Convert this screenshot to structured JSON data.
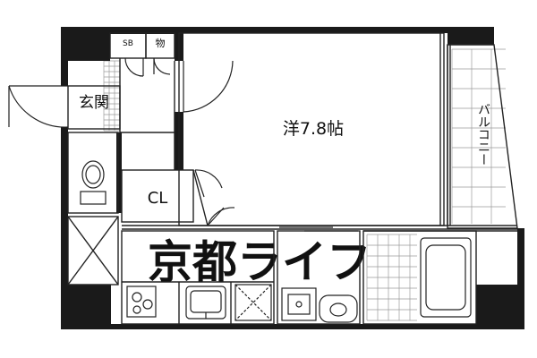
{
  "rooms": {
    "western_room": "洋7.8帖",
    "entrance": "玄関",
    "closet": "CL",
    "shoe_box": "SB",
    "storage": "物",
    "balcony": "バルコニー"
  },
  "watermark": "京都ライフ",
  "colors": {
    "wall": "#1a1a1a",
    "line": "#222222",
    "tile": "#9a9a9a",
    "watermark": "#d9d9d9"
  }
}
